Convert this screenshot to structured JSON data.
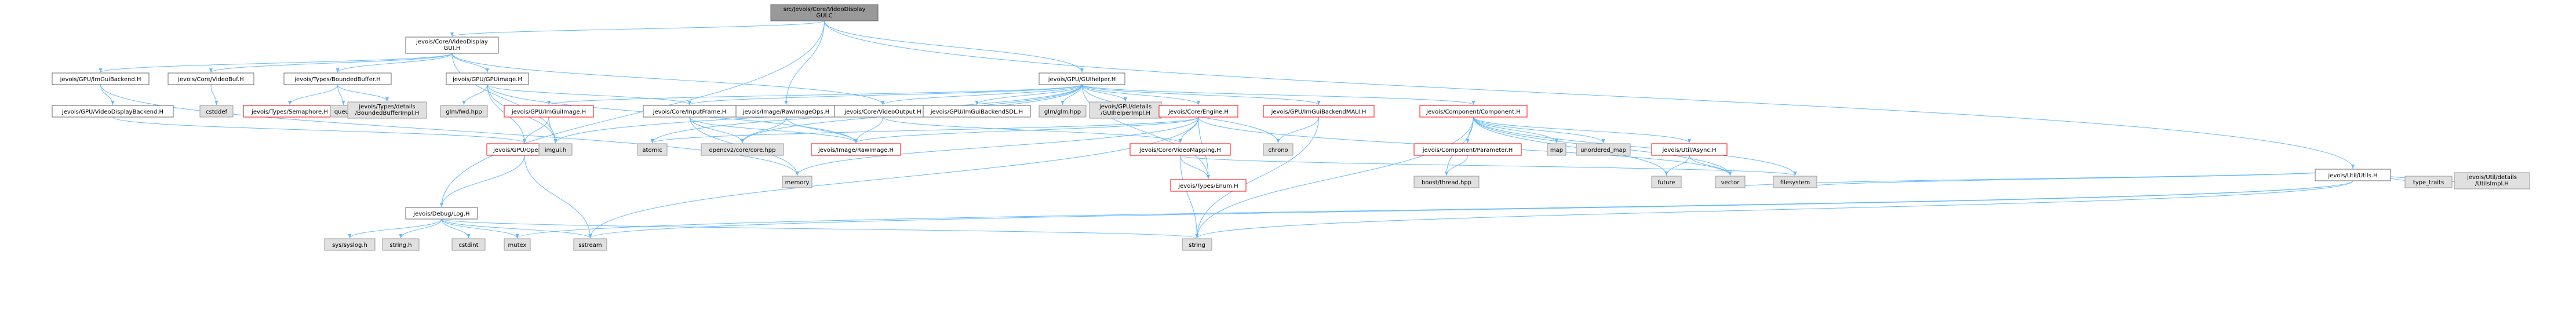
{
  "graph": {
    "root": "src/Jevois/Core/VideoDisplayGUI.C",
    "colors": {
      "root_fill": "#999999",
      "root_stroke": "#666666",
      "node_fill": "#ffffff",
      "node_stroke": "#666666",
      "missing_fill": "#e0e0e0",
      "missing_stroke": "#999999",
      "truncated_stroke": "#ff0000",
      "edge": "#63B8FF"
    },
    "nodes": [
      {
        "id": "root",
        "lines": [
          "src/Jevois/Core/VideoDisplay",
          "GUI.C"
        ],
        "style": "root"
      },
      {
        "id": "vdg_h",
        "lines": [
          "jevois/Core/VideoDisplay",
          "GUI.H"
        ],
        "style": "normal"
      },
      {
        "id": "imgui_backend",
        "lines": [
          "jevois/GPU/ImGuiBackend.H"
        ],
        "style": "normal"
      },
      {
        "id": "videobuf",
        "lines": [
          "jevois/Core/VideoBuf.H"
        ],
        "style": "normal"
      },
      {
        "id": "boundedbuf",
        "lines": [
          "jevois/Types/BoundedBuffer.H"
        ],
        "style": "normal"
      },
      {
        "id": "gpuimage",
        "lines": [
          "jevois/GPU/GPUimage.H"
        ],
        "style": "normal"
      },
      {
        "id": "guihelper",
        "lines": [
          "jevois/GPU/GUIhelper.H"
        ],
        "style": "normal"
      },
      {
        "id": "utils",
        "lines": [
          "jevois/Util/Utils.H"
        ],
        "style": "normal"
      },
      {
        "id": "vdbackend",
        "lines": [
          "jevois/GPU/VideoDisplayBackend.H"
        ],
        "style": "normal"
      },
      {
        "id": "cstddef",
        "lines": [
          "cstddef"
        ],
        "style": "missing"
      },
      {
        "id": "semaphore",
        "lines": [
          "jevois/Types/Semaphore.H"
        ],
        "style": "truncated"
      },
      {
        "id": "queue",
        "lines": [
          "queue"
        ],
        "style": "missing"
      },
      {
        "id": "bbimpl",
        "lines": [
          "jevois/Types/details",
          "/BoundedBufferImpl.H"
        ],
        "style": "missing"
      },
      {
        "id": "glmfwd",
        "lines": [
          "glm/fwd.hpp"
        ],
        "style": "missing"
      },
      {
        "id": "imguiimage",
        "lines": [
          "jevois/GPU/ImGuiImage.H"
        ],
        "style": "truncated"
      },
      {
        "id": "inputframe",
        "lines": [
          "jevois/Core/InputFrame.H"
        ],
        "style": "normal"
      },
      {
        "id": "rawimageops",
        "lines": [
          "jevois/Image/RawImageOps.H"
        ],
        "style": "normal"
      },
      {
        "id": "videooutput",
        "lines": [
          "jevois/Core/VideoOutput.H"
        ],
        "style": "normal"
      },
      {
        "id": "sdlbackend",
        "lines": [
          "jevois/GPU/ImGuiBackendSDL.H"
        ],
        "style": "normal"
      },
      {
        "id": "glmhpp",
        "lines": [
          "glm/glm.hpp"
        ],
        "style": "missing"
      },
      {
        "id": "guihelperimpl",
        "lines": [
          "jevois/GPU/details",
          "/GUIhelperImpl.H"
        ],
        "style": "missing"
      },
      {
        "id": "engine",
        "lines": [
          "jevois/Core/Engine.H"
        ],
        "style": "truncated"
      },
      {
        "id": "malibackend",
        "lines": [
          "jevois/GPU/ImGuiBackendMALI.H"
        ],
        "style": "truncated"
      },
      {
        "id": "component",
        "lines": [
          "jevois/Component/Component.H"
        ],
        "style": "truncated"
      },
      {
        "id": "opengl",
        "lines": [
          "jevois/GPU/OpenGL.H"
        ],
        "style": "truncated"
      },
      {
        "id": "imguih",
        "lines": [
          "imgui.h"
        ],
        "style": "missing"
      },
      {
        "id": "atomic",
        "lines": [
          "atomic"
        ],
        "style": "missing"
      },
      {
        "id": "opencv",
        "lines": [
          "opencv2/core/core.hpp"
        ],
        "style": "missing"
      },
      {
        "id": "rawimage",
        "lines": [
          "jevois/Image/RawImage.H"
        ],
        "style": "truncated"
      },
      {
        "id": "videomapping",
        "lines": [
          "jevois/Core/VideoMapping.H"
        ],
        "style": "truncated"
      },
      {
        "id": "chrono",
        "lines": [
          "chrono"
        ],
        "style": "missing"
      },
      {
        "id": "parameter",
        "lines": [
          "jevois/Component/Parameter.H"
        ],
        "style": "truncated"
      },
      {
        "id": "map",
        "lines": [
          "map"
        ],
        "style": "missing"
      },
      {
        "id": "unordered_map",
        "lines": [
          "unordered_map"
        ],
        "style": "missing"
      },
      {
        "id": "async",
        "lines": [
          "jevois/Util/Async.H"
        ],
        "style": "truncated"
      },
      {
        "id": "memory",
        "lines": [
          "memory"
        ],
        "style": "missing"
      },
      {
        "id": "debuglog",
        "lines": [
          "jevois/Debug/Log.H"
        ],
        "style": "normal"
      },
      {
        "id": "enum",
        "lines": [
          "jevois/Types/Enum.H"
        ],
        "style": "truncated"
      },
      {
        "id": "boostthread",
        "lines": [
          "boost/thread.hpp"
        ],
        "style": "missing"
      },
      {
        "id": "future",
        "lines": [
          "future"
        ],
        "style": "missing"
      },
      {
        "id": "vector",
        "lines": [
          "vector"
        ],
        "style": "missing"
      },
      {
        "id": "filesystem",
        "lines": [
          "filesystem"
        ],
        "style": "missing"
      },
      {
        "id": "type_traits",
        "lines": [
          "type_traits"
        ],
        "style": "missing"
      },
      {
        "id": "utilsimpl",
        "lines": [
          "jevois/Util/details",
          "/UtilsImpl.H"
        ],
        "style": "missing"
      },
      {
        "id": "syslog",
        "lines": [
          "sys/syslog.h"
        ],
        "style": "missing"
      },
      {
        "id": "stringh",
        "lines": [
          "string.h"
        ],
        "style": "missing"
      },
      {
        "id": "cstdint",
        "lines": [
          "cstdint"
        ],
        "style": "missing"
      },
      {
        "id": "mutex",
        "lines": [
          "mutex"
        ],
        "style": "missing"
      },
      {
        "id": "sstream",
        "lines": [
          "sstream"
        ],
        "style": "missing"
      },
      {
        "id": "string",
        "lines": [
          "string"
        ],
        "style": "missing"
      }
    ],
    "edges": [
      [
        "root",
        "vdg_h"
      ],
      [
        "root",
        "guihelper"
      ],
      [
        "root",
        "rawimageops"
      ],
      [
        "root",
        "utils"
      ],
      [
        "root",
        "debuglog"
      ],
      [
        "vdg_h",
        "imgui_backend"
      ],
      [
        "vdg_h",
        "videobuf"
      ],
      [
        "vdg_h",
        "boundedbuf"
      ],
      [
        "vdg_h",
        "gpuimage"
      ],
      [
        "vdg_h",
        "videooutput"
      ],
      [
        "vdg_h",
        "imguih"
      ],
      [
        "imgui_backend",
        "vdbackend"
      ],
      [
        "imgui_backend",
        "memory"
      ],
      [
        "vdbackend",
        "opengl"
      ],
      [
        "videobuf",
        "cstddef"
      ],
      [
        "boundedbuf",
        "semaphore"
      ],
      [
        "boundedbuf",
        "queue"
      ],
      [
        "boundedbuf",
        "bbimpl"
      ],
      [
        "gpuimage",
        "glmfwd"
      ],
      [
        "gpuimage",
        "opengl"
      ],
      [
        "gpuimage",
        "inputframe"
      ],
      [
        "gpuimage",
        "imguih"
      ],
      [
        "gpuimage",
        "rawimage"
      ],
      [
        "guihelper",
        "imguiimage"
      ],
      [
        "guihelper",
        "inputframe"
      ],
      [
        "guihelper",
        "videooutput"
      ],
      [
        "guihelper",
        "sdlbackend"
      ],
      [
        "guihelper",
        "glmhpp"
      ],
      [
        "guihelper",
        "guihelperimpl"
      ],
      [
        "guihelper",
        "engine"
      ],
      [
        "guihelper",
        "malibackend"
      ],
      [
        "guihelper",
        "component"
      ],
      [
        "guihelper",
        "imguih"
      ],
      [
        "guihelper",
        "atomic"
      ],
      [
        "guihelper",
        "chrono"
      ],
      [
        "guihelper",
        "opencv"
      ],
      [
        "guihelper",
        "enum"
      ],
      [
        "imguiimage",
        "opengl"
      ],
      [
        "imguiimage",
        "imguih"
      ],
      [
        "inputframe",
        "opencv"
      ],
      [
        "inputframe",
        "rawimage"
      ],
      [
        "inputframe",
        "memory"
      ],
      [
        "rawimageops",
        "opencv"
      ],
      [
        "rawimageops",
        "rawimage"
      ],
      [
        "videooutput",
        "rawimage"
      ],
      [
        "videooutput",
        "videomapping"
      ],
      [
        "engine",
        "atomic"
      ],
      [
        "engine",
        "rawimage"
      ],
      [
        "engine",
        "videomapping"
      ],
      [
        "engine",
        "memory"
      ],
      [
        "engine",
        "enum"
      ],
      [
        "engine",
        "sstream"
      ],
      [
        "engine",
        "vector"
      ],
      [
        "malibackend",
        "chrono"
      ],
      [
        "malibackend",
        "string"
      ],
      [
        "component",
        "parameter"
      ],
      [
        "component",
        "map"
      ],
      [
        "component",
        "unordered_map"
      ],
      [
        "component",
        "async"
      ],
      [
        "component",
        "future"
      ],
      [
        "component",
        "vector"
      ],
      [
        "component",
        "filesystem"
      ],
      [
        "component",
        "boostthread"
      ],
      [
        "component",
        "string"
      ],
      [
        "parameter",
        "boostthread"
      ],
      [
        "async",
        "future"
      ],
      [
        "async",
        "vector"
      ],
      [
        "videomapping",
        "enum"
      ],
      [
        "videomapping",
        "filesystem"
      ],
      [
        "videomapping",
        "string"
      ],
      [
        "opengl",
        "debuglog"
      ],
      [
        "opengl",
        "sstream"
      ],
      [
        "debuglog",
        "syslog"
      ],
      [
        "debuglog",
        "stringh"
      ],
      [
        "debuglog",
        "cstdint"
      ],
      [
        "debuglog",
        "mutex"
      ],
      [
        "debuglog",
        "sstream"
      ],
      [
        "debuglog",
        "string"
      ],
      [
        "utils",
        "type_traits"
      ],
      [
        "utils",
        "utilsimpl"
      ],
      [
        "utils",
        "vector"
      ],
      [
        "utils",
        "filesystem"
      ],
      [
        "utils",
        "string"
      ],
      [
        "utils",
        "sstream"
      ],
      [
        "utils",
        "mutex"
      ]
    ]
  }
}
